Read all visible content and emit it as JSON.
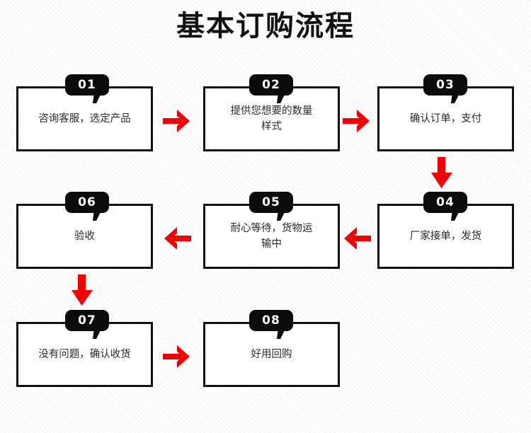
{
  "page": {
    "title": "基本订购流程",
    "background": "#ffffff",
    "stripe_color": "#e9e9ec",
    "box_border_color": "#111111",
    "badge_color": "#0b0b0b",
    "arrow_color": "#f40000",
    "text_color": "#2a2a33"
  },
  "steps": [
    {
      "number": "01",
      "text": "咨询客服，选定产品"
    },
    {
      "number": "02",
      "text": "提供您想要的数量\n样式"
    },
    {
      "number": "03",
      "text": "确认订单，支付"
    },
    {
      "number": "04",
      "text": "厂家接单，发货"
    },
    {
      "number": "05",
      "text": "耐心等待，货物运\n输中"
    },
    {
      "number": "06",
      "text": "验收"
    },
    {
      "number": "07",
      "text": "没有问题，确认收货"
    },
    {
      "number": "08",
      "text": "好用回购"
    }
  ],
  "connectors": [
    {
      "name": "arrow-01-to-02",
      "direction": "right"
    },
    {
      "name": "arrow-02-to-03",
      "direction": "right"
    },
    {
      "name": "arrow-03-to-04",
      "direction": "down"
    },
    {
      "name": "arrow-04-to-05",
      "direction": "left"
    },
    {
      "name": "arrow-05-to-06",
      "direction": "left"
    },
    {
      "name": "arrow-06-to-07",
      "direction": "down"
    },
    {
      "name": "arrow-07-to-08",
      "direction": "right"
    }
  ]
}
